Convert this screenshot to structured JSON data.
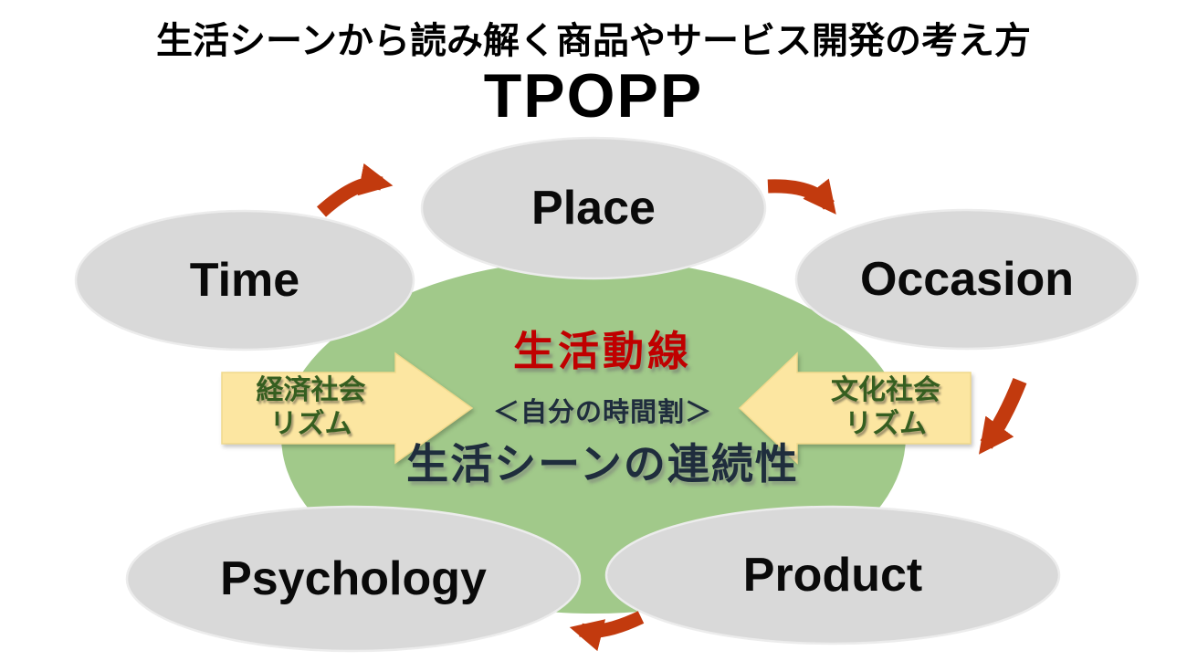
{
  "header": {
    "title": "生活シーンから読み解く商品やサービス開発の考え方",
    "subtitle": "TPOPP"
  },
  "nodes": {
    "time": {
      "label": "Time"
    },
    "place": {
      "label": "Place"
    },
    "occasion": {
      "label": "Occasion"
    },
    "psychology": {
      "label": "Psychology"
    },
    "product": {
      "label": "Product"
    }
  },
  "center": {
    "headline": "生活動線",
    "subheadline": "＜自分の時間割＞",
    "body": "生活シーンの連続性"
  },
  "rhythm_arrows": {
    "left": {
      "line1": "経済社会",
      "line2": "リズム",
      "direction": "right"
    },
    "right": {
      "line1": "文化社会",
      "line2": "リズム",
      "direction": "left"
    }
  },
  "flow": [
    {
      "from": "Time",
      "to": "Place"
    },
    {
      "from": "Place",
      "to": "Occasion"
    },
    {
      "from": "Occasion",
      "to": "Product"
    },
    {
      "from": "Product",
      "to": "Psychology"
    }
  ],
  "colors": {
    "node_fill": "#d9d9d9",
    "zone_fill": "#a1c98a",
    "flow_arrow": "#c23a0e",
    "headline_red": "#c00000",
    "rhythm_fill": "#fce6a1",
    "rhythm_text": "#355e20",
    "center_text": "#1f2d3d"
  }
}
